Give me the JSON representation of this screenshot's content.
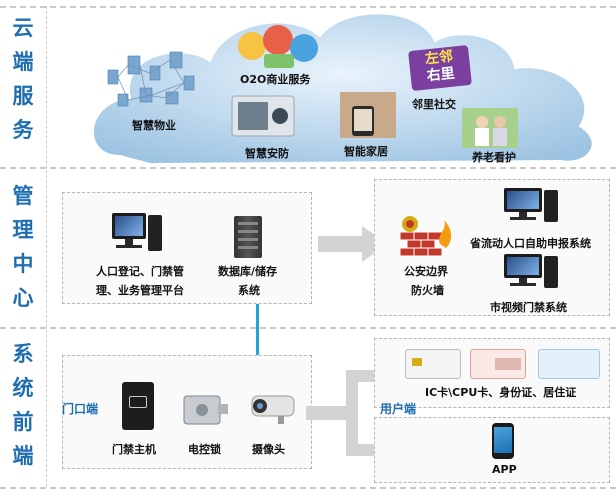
{
  "side_titles": {
    "cloud": [
      "云",
      "端",
      "服",
      "务"
    ],
    "management": [
      "管",
      "理",
      "中",
      "心"
    ],
    "frontend": [
      "系",
      "统",
      "前",
      "端"
    ]
  },
  "cloud": {
    "items": [
      {
        "label": "智慧物业"
      },
      {
        "label": "O2O商业服务"
      },
      {
        "label": "智慧安防"
      },
      {
        "label": "智能家居"
      },
      {
        "label": "邻里社交"
      },
      {
        "label": "养老看护"
      }
    ],
    "badge_text": [
      "左邻",
      "右里"
    ]
  },
  "management": {
    "left": {
      "platform_label_1": "人口登记、门禁管",
      "platform_label_2": "理、业务管理平台",
      "db_label_1": "数据库/储存",
      "db_label_2": "系统"
    },
    "right": {
      "firewall_label_1": "公安边界",
      "firewall_label_2": "防火墙",
      "system1_label": "省流动人口自助申报系统",
      "system2_label": "市视频门禁系统"
    }
  },
  "frontend": {
    "door_title": "门口端",
    "door_items": [
      {
        "label": "门禁主机"
      },
      {
        "label": "电控锁"
      },
      {
        "label": "摄像头"
      }
    ],
    "user_title": "用户端",
    "cards_label": "IC卡\\CPU卡、身份证、居住证",
    "app_label": "APP"
  },
  "colors": {
    "accent": "#1f6fb0",
    "cloud_fill": "#b9d4ea",
    "arrow": "#d0d0d0",
    "connector": "#29a3d6"
  }
}
